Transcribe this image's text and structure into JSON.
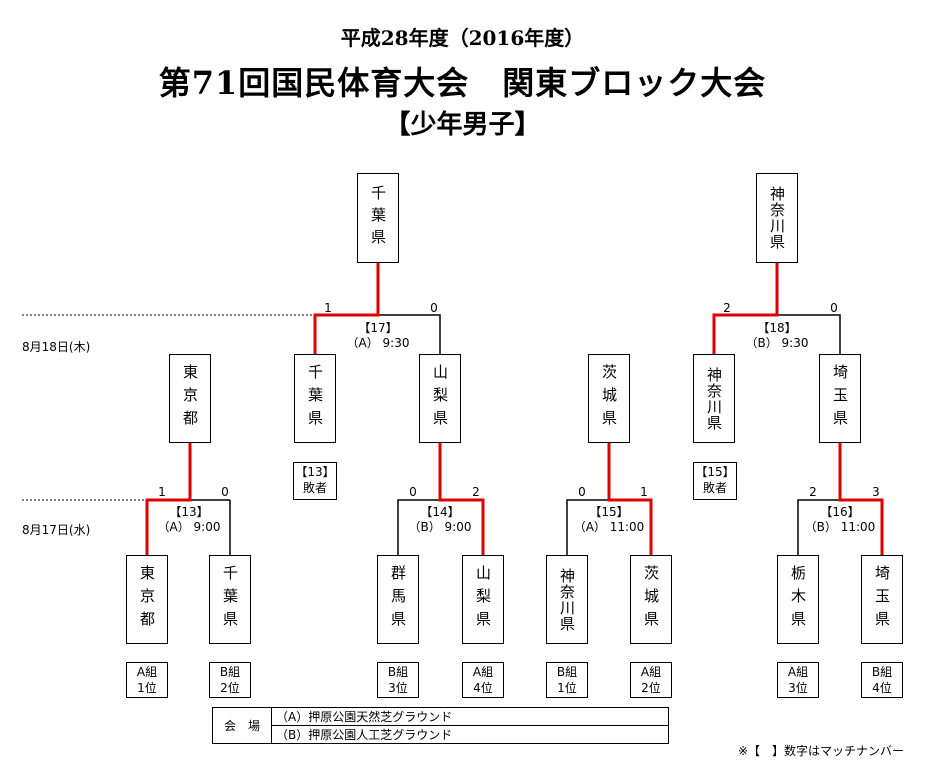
{
  "header": {
    "line1": "平成28年度（2016年度）",
    "line2": "第71回国民体育大会　関東ブロック大会",
    "line3": "【少年男子】"
  },
  "dates": {
    "day2": "8月18日(木)",
    "day1": "8月17日(水)"
  },
  "teams": {
    "m13_left": "東京都",
    "m13_right": "千葉県",
    "m14_left": "群馬県",
    "m14_right": "山梨県",
    "m15_left": "神奈川県",
    "m15_right": "茨城県",
    "m16_left": "栃木県",
    "m16_right": "埼玉県",
    "r2_tokyo": "東京都",
    "r2_chiba": "千葉県",
    "r2_yamanashi": "山梨県",
    "r2_ibaraki": "茨城県",
    "r2_kanagawa": "神奈川県",
    "r2_saitama": "埼玉県",
    "winner17": "千葉県",
    "winner18": "神奈川県"
  },
  "seeds": {
    "m13_left": [
      "A組",
      "1位"
    ],
    "m13_right": [
      "B組",
      "2位"
    ],
    "m14_left": [
      "B組",
      "3位"
    ],
    "m14_right": [
      "A組",
      "4位"
    ],
    "m15_left": [
      "B組",
      "1位"
    ],
    "m15_right": [
      "A組",
      "2位"
    ],
    "m16_left": [
      "A組",
      "3位"
    ],
    "m16_right": [
      "B組",
      "4位"
    ]
  },
  "losers": {
    "l13": [
      "【13】",
      "敗者"
    ],
    "l15": [
      "【15】",
      "敗者"
    ]
  },
  "matches": {
    "m13": {
      "no": "【13】",
      "time": "（A）  9:00",
      "left": "1",
      "right": "0"
    },
    "m14": {
      "no": "【14】",
      "time": "（B）  9:00",
      "left": "0",
      "right": "2"
    },
    "m15": {
      "no": "【15】",
      "time": "（A）  11:00",
      "left": "0",
      "right": "1"
    },
    "m16": {
      "no": "【16】",
      "time": "（B）  11:00",
      "left": "2",
      "right": "3"
    },
    "m17": {
      "no": "【17】",
      "time": "（A）  9:30",
      "left": "1",
      "right": "0"
    },
    "m18": {
      "no": "【18】",
      "time": "（B）  9:30",
      "left": "2",
      "right": "0"
    }
  },
  "venue": {
    "label": "会　場",
    "a": "（A）押原公園天然芝グラウンド",
    "b": "（B）押原公園人工芝グラウンド"
  },
  "note": "※【　】数字はマッチナンバー",
  "colors": {
    "winner_line": "#e00000",
    "line": "#000000"
  }
}
